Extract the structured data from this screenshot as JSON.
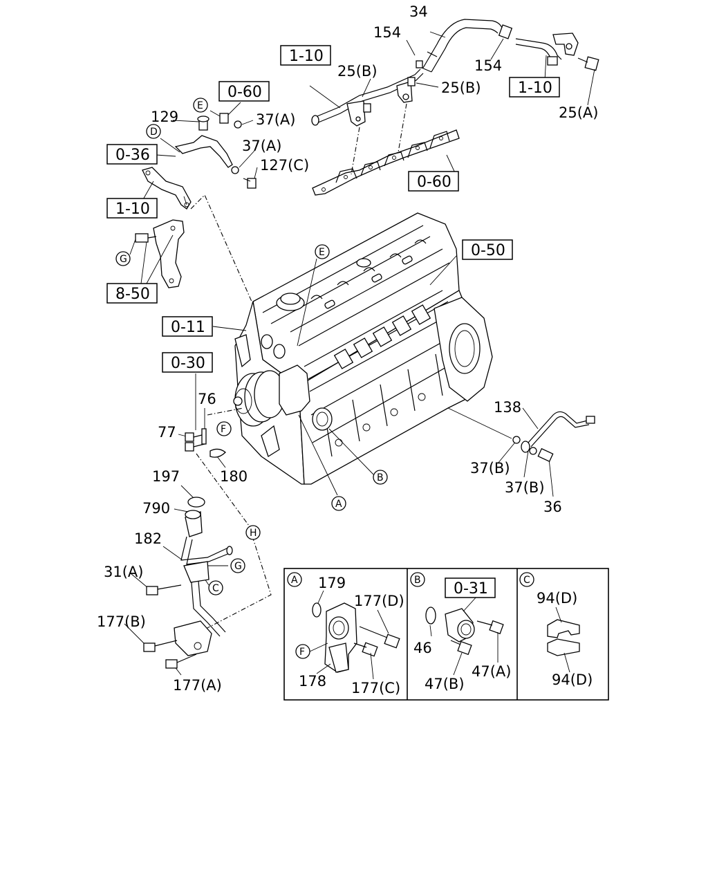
{
  "diagram": {
    "part_labels": {
      "p34": "34",
      "p154a": "154",
      "p154b": "154",
      "p25b1": "25(B)",
      "p25b2": "25(B)",
      "p25a": "25(A)",
      "p129": "129",
      "p37a1": "37(A)",
      "p37a2": "37(A)",
      "p127c": "127(C)",
      "p76": "76",
      "p77": "77",
      "p180": "180",
      "p197": "197",
      "p790": "790",
      "p182": "182",
      "p31a": "31(A)",
      "p177b": "177(B)",
      "p177a": "177(A)",
      "p138": "138",
      "p37b1": "37(B)",
      "p37b2": "37(B)",
      "p36": "36",
      "p179": "179",
      "p177d": "177(D)",
      "p178": "178",
      "p177c": "177(C)",
      "p46": "46",
      "p47a": "47(A)",
      "p47b": "47(B)",
      "p94d1": "94(D)",
      "p94d2": "94(D)"
    },
    "ref_boxes": {
      "r110a": "1-10",
      "r110b": "1-10",
      "r110c": "1-10",
      "r060a": "0-60",
      "r060b": "0-60",
      "r036": "0-36",
      "r850": "8-50",
      "r050": "0-50",
      "r011": "0-11",
      "r030": "0-30",
      "r031": "0-31"
    },
    "circle_markers": {
      "cE1": "E",
      "cD": "D",
      "cG1": "G",
      "cE2": "E",
      "cF1": "F",
      "cB1": "B",
      "cA1": "A",
      "cH": "H",
      "cG2": "G",
      "cC1": "C",
      "cA2": "A",
      "cB2": "B",
      "cC2": "C",
      "cF2": "F"
    }
  }
}
